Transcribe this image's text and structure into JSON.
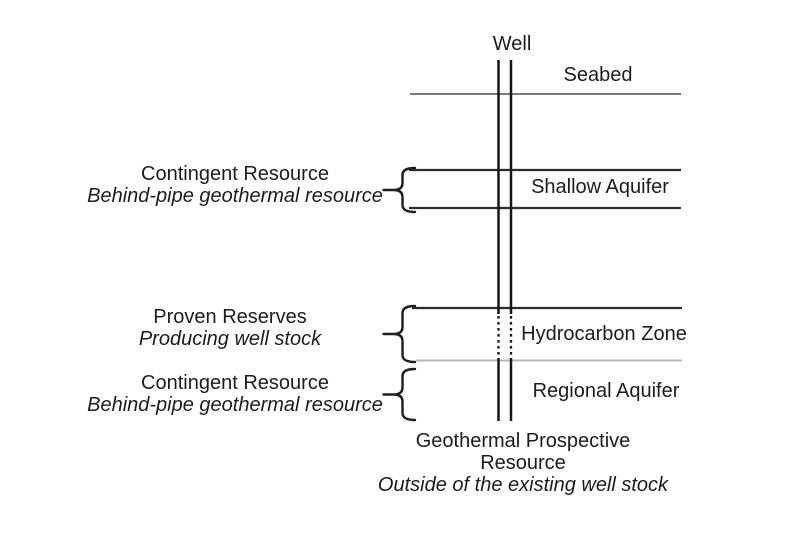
{
  "figure": {
    "well_label": "Well",
    "layers": {
      "seabed": "Seabed",
      "shallow_aquifer": "Shallow Aquifer",
      "hydrocarbon_zone": "Hydrocarbon Zone",
      "regional_aquifer": "Regional Aquifer"
    },
    "annotations": {
      "shallow": {
        "title": "Contingent Resource",
        "subtitle": "Behind-pipe geothermal resource"
      },
      "hydrocarbon": {
        "title": "Proven Reserves",
        "subtitle": "Producing well stock"
      },
      "regional": {
        "title": "Contingent Resource",
        "subtitle": "Behind-pipe geothermal resource"
      },
      "prospective": {
        "title": "Geothermal Prospective Resource",
        "subtitle": "Outside of the existing well stock"
      }
    },
    "colors": {
      "background": "#ffffff",
      "text": "#1c1c1c",
      "layer_line_dark": "#2b2b2b",
      "seabed_line": "#7b7b7b",
      "hydrocarbon_bottom_line": "#b8b8b8",
      "well_line": "#161616",
      "brace": "#1d1d1d"
    }
  }
}
